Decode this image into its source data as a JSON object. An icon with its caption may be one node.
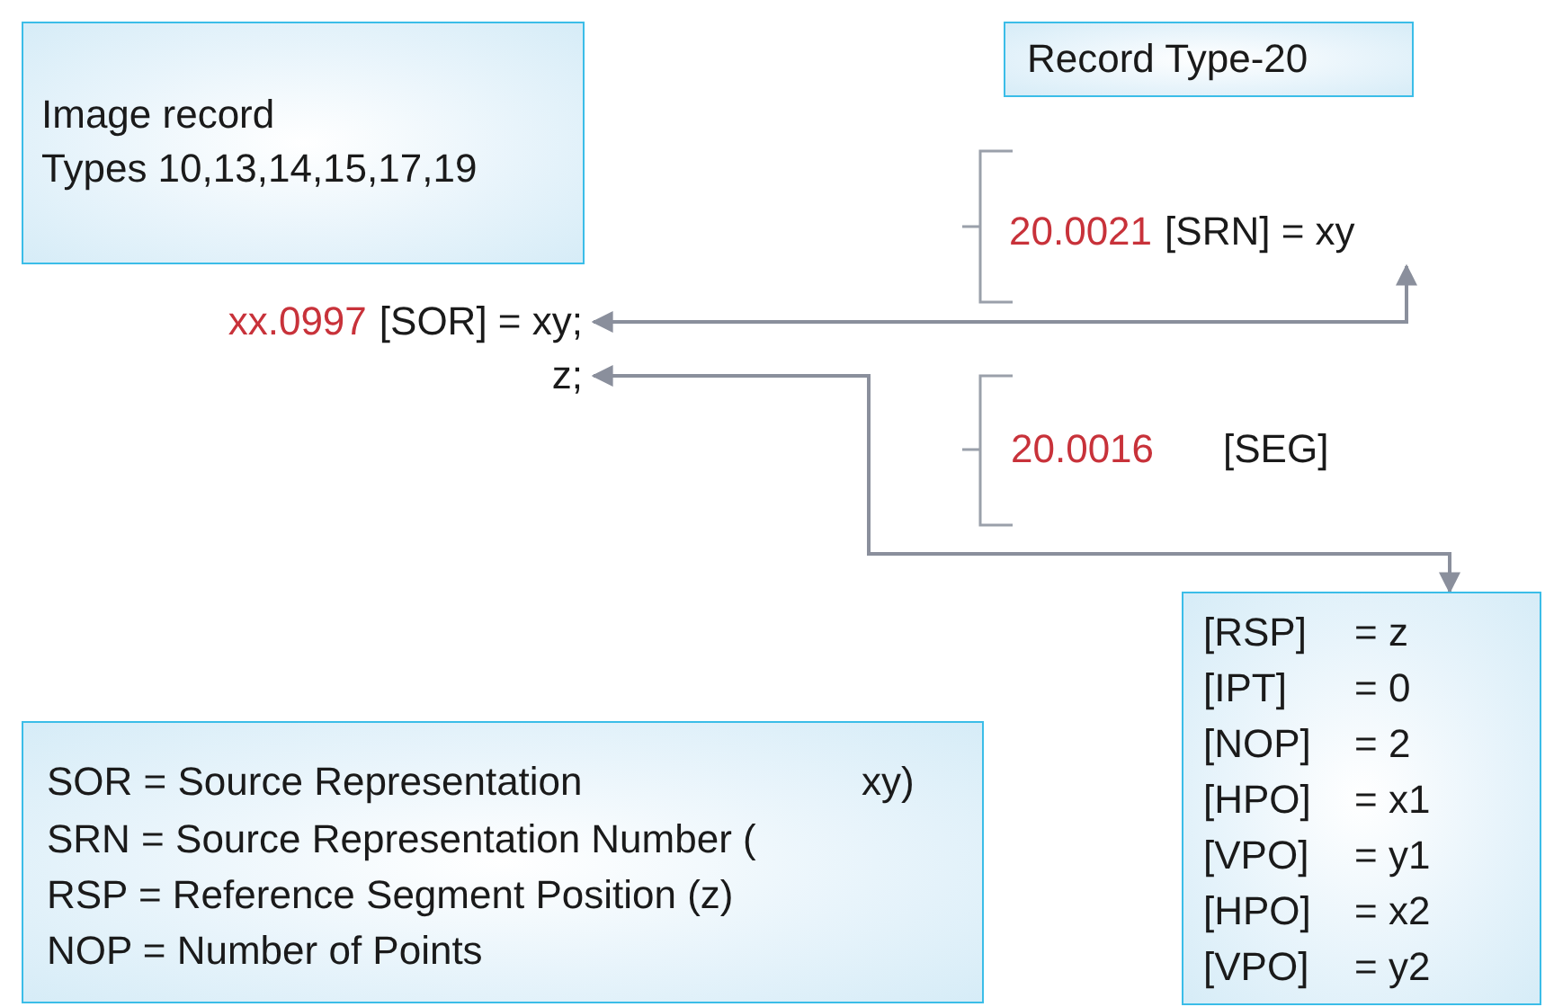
{
  "diagram": {
    "nodes": [
      {
        "text": [
          "Image record",
          "Types 10,13,14,15,17,19"
        ]
      },
      {
        "text": [
          "Record Type-20"
        ]
      },
      {
        "text": [
          "xx.0997",
          "[SOR] = xy;"
        ]
      },
      {
        "text": [
          "z;"
        ]
      },
      {
        "text": [
          "20.0021",
          "[SRN] = xy"
        ]
      },
      {
        "text": [
          "[RSP]",
          "= z",
          "[IPT]",
          "= 0",
          "[NOP]",
          "= 2",
          "[HPO]",
          "= x1",
          "[VPO]",
          "= y1",
          "[HPO]",
          "= x2",
          "[VPO]",
          "= y2"
        ]
      },
      {
        "text": [
          "SOR = Source Representation",
          "xy)",
          "SRN = Source Representation Number (",
          "RSP = Reference Segment Position (z)",
          "NOP = Number of Points"
        ]
      }
    ],
    "edges": [
      {
        "from": 2,
        "to": 4,
        "arrow": "both"
      },
      {
        "from": 3,
        "to": 5,
        "arrow": "both"
      }
    ],
    "labels": [
      "20.0016",
      "[SEG]"
    ]
  }
}
